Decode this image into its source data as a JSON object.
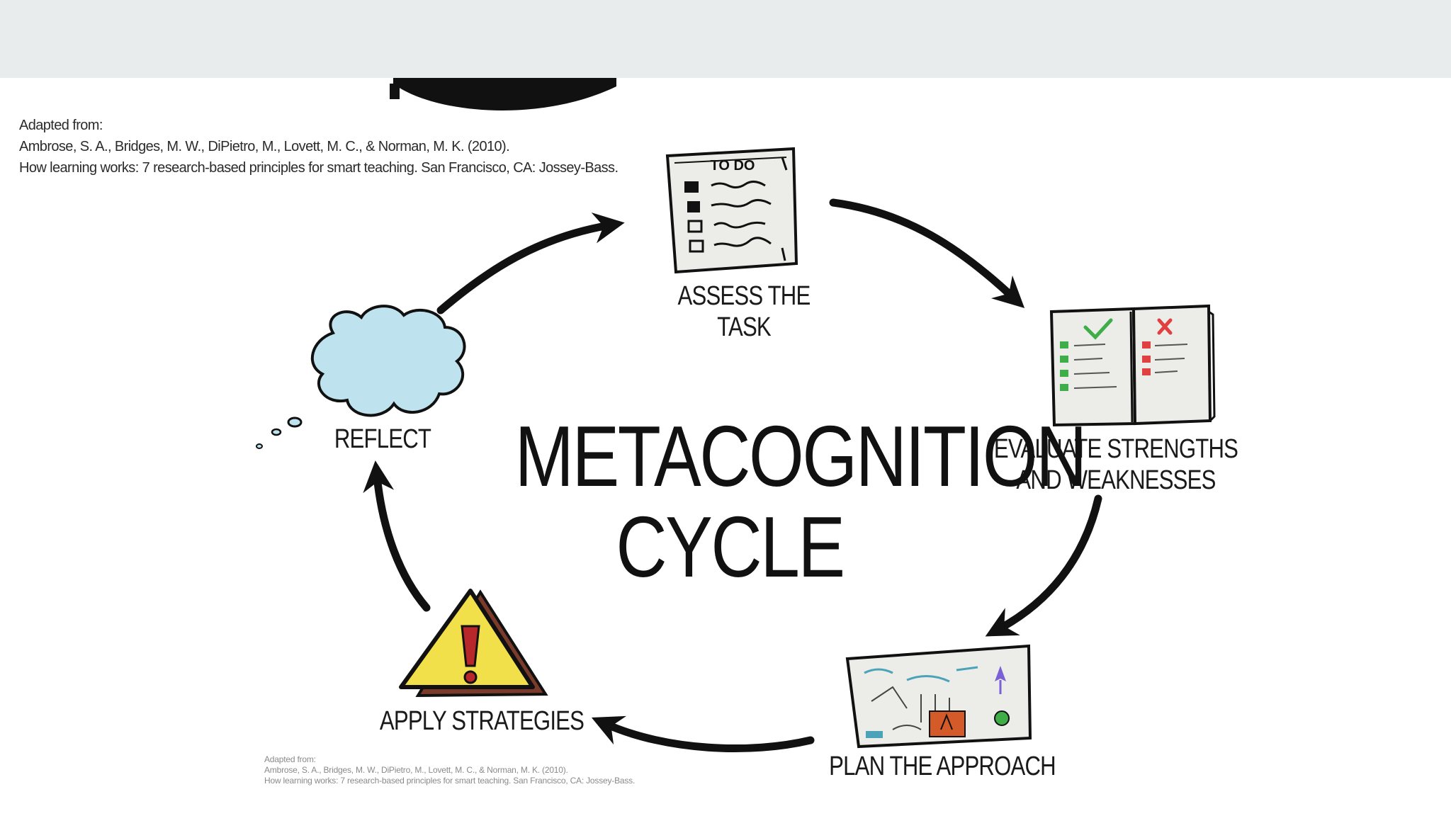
{
  "credits": {
    "top": {
      "line1": "Adapted from:",
      "line2": "Ambrose, S. A., Bridges, M. W., DiPietro, M., Lovett, M. C., & Norman, M. K. (2010).",
      "line3": "How learning works: 7 research-based principles for smart teaching. San Francisco, CA: Jossey-Bass."
    },
    "bottom": {
      "line1": "Adapted from:",
      "line2": "Ambrose, S. A., Bridges, M. W., DiPietro, M., Lovett, M. C., & Norman, M. K. (2010).",
      "line3": "How learning works: 7 research-based principles for smart teaching. San Francisco, CA: Jossey-Bass."
    }
  },
  "title": {
    "line1": "METACOGNITION",
    "line2": "CYCLE"
  },
  "stages": {
    "assess": {
      "line1": "ASSESS THE",
      "line2": "TASK"
    },
    "evaluate": {
      "line1": "EVALUATE STRENGTHS",
      "line2": "AND WEAKNESSES"
    },
    "plan": {
      "line1": "PLAN THE APPROACH"
    },
    "apply": {
      "line1": "APPLY STRATEGIES"
    },
    "reflect": {
      "line1": "REFLECT"
    }
  },
  "illustrations": {
    "todo_list_text": "TO DO",
    "todo_icon": "todo-list-icon",
    "evaluate_icon": "open-book-icon",
    "plan_icon": "whiteboard-icon",
    "apply_icon": "warning-sign-icon",
    "reflect_icon": "thought-cloud-icon"
  },
  "colors": {
    "topbar": "#e8eced",
    "cloud": "#bfe3ee",
    "warning": "#f2e04a",
    "check": "#3fae49",
    "cross": "#e04040",
    "ink": "#111111"
  }
}
